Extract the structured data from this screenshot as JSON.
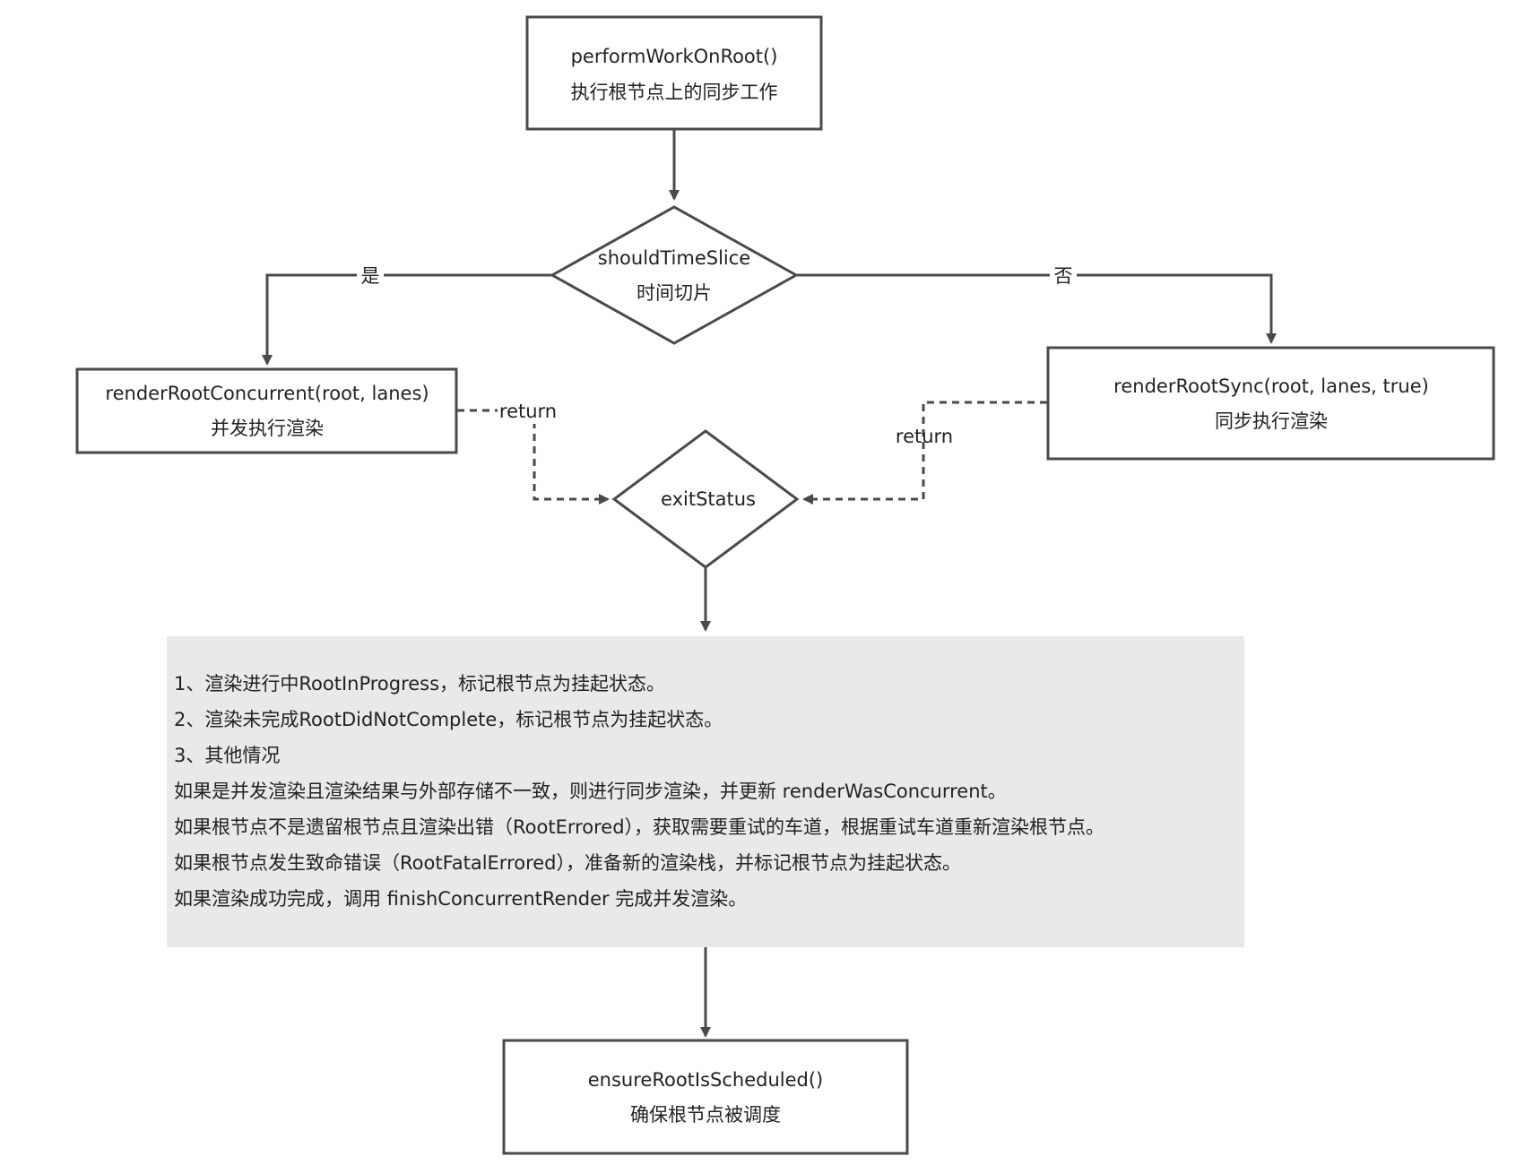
{
  "nodes": {
    "perform": {
      "line1": "performWorkOnRoot()",
      "line2": "执行根节点上的同步工作"
    },
    "should_slice": {
      "line1": "shouldTimeSlice",
      "line2": "时间切片"
    },
    "concurrent": {
      "line1": "renderRootConcurrent(root, lanes)",
      "line2": "并发执行渲染"
    },
    "sync": {
      "line1": "renderRootSync(root, lanes, true)",
      "line2": "同步执行渲染"
    },
    "exit_status": {
      "line1": "exitStatus"
    },
    "ensure": {
      "line1": "ensureRootIsScheduled()",
      "line2": "确保根节点被调度"
    }
  },
  "edges": {
    "yes_label": "是",
    "no_label": "否",
    "return_left": "return",
    "return_right": "return"
  },
  "note": {
    "lines": [
      "1、渲染进行中RootInProgress，标记根节点为挂起状态。",
      "2、渲染未完成RootDidNotComplete，标记根节点为挂起状态。",
      "3、其他情况",
      "如果是并发渲染且渲染结果与外部存储不一致，则进行同步渲染，并更新 renderWasConcurrent。",
      "如果根节点不是遗留根节点且渲染出错（RootErrored），获取需要重试的车道，根据重试车道重新渲染根节点。",
      "如果根节点发生致命错误（RootFatalErrored），准备新的渲染栈，并标记根节点为挂起状态。",
      "如果渲染成功完成，调用 finishConcurrentRender 完成并发渲染。"
    ]
  }
}
